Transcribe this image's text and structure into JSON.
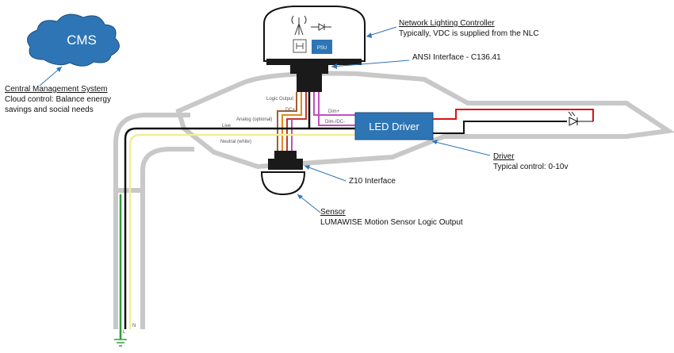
{
  "cms": {
    "label": "CMS",
    "color": "#2e75b6"
  },
  "central": {
    "heading": "Central Management System",
    "line1": "Cloud control: Balance energy",
    "line2": "savings and social needs"
  },
  "nlc": {
    "heading": "Network Lighting Controller",
    "sub": "Typically, VDC is supplied from the NLC",
    "psu": "PSU"
  },
  "ansi": {
    "label": "ANSI Interface - C136.41"
  },
  "driver_box": {
    "label": "LED Driver",
    "color": "#2e75b6"
  },
  "driver_callout": {
    "heading": "Driver",
    "sub": "Typical control: 0-10v"
  },
  "z10": {
    "label": "Z10 Interface"
  },
  "sensor": {
    "heading": "Sensor",
    "sub": "LUMAWISE Motion Sensor Logic Output"
  },
  "wires": {
    "logic_output": "Logic Output",
    "dc_plus": "DC+",
    "analog": "Analog (optional)",
    "live": "Live",
    "neutral": "Neutral (white)",
    "dim_plus": "Dim+",
    "dim_minus": "Dim-/DC-"
  },
  "pole": {
    "n": "N",
    "l": "L"
  },
  "colors": {
    "live": "#111111",
    "neutral": "#f2ec9a",
    "ground": "#2e9e3a",
    "dim": "#c050c0",
    "dc_plus": "#c0392b",
    "logic": "#e08a1e",
    "analog": "#a06030",
    "led_positive": "#dd1111",
    "fixture_outline": "#c8c8c8"
  }
}
